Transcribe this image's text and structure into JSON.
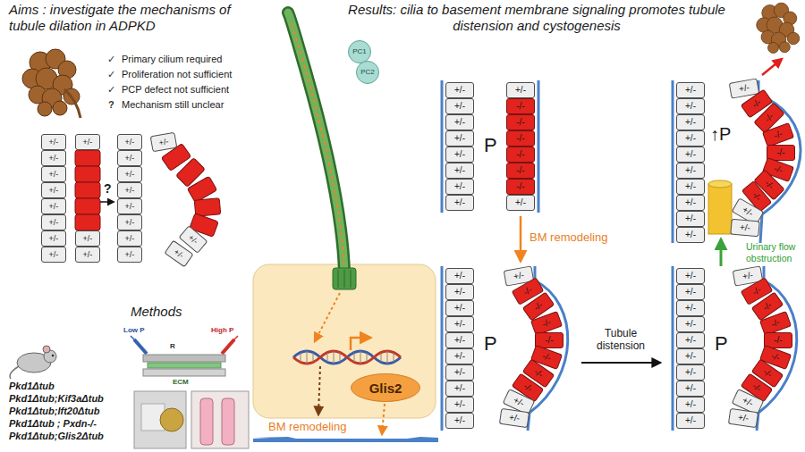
{
  "diagram": {
    "nodes": [
      {
        "text": [
          "+/-"
        ]
      },
      {
        "text": [
          "+/-"
        ]
      },
      {
        "text": [
          "+/-"
        ]
      },
      {
        "text": [
          "+/-"
        ]
      },
      {
        "text": [
          "+/-"
        ]
      },
      {
        "text": [
          "+/-"
        ]
      },
      {
        "text": [
          "+/-"
        ]
      },
      {
        "text": [
          "+/-"
        ]
      },
      {
        "text": [
          "+/-"
        ]
      },
      {
        "text": [
          "+/-"
        ]
      },
      {
        "text": [
          "+/-"
        ]
      },
      {
        "text": [
          "+/-"
        ]
      },
      {
        "text": [
          "+/-"
        ]
      },
      {
        "text": [
          "+/-"
        ]
      },
      {
        "text": [
          "+/-"
        ]
      },
      {
        "text": [
          "+/-"
        ]
      },
      {
        "text": [
          "+/-"
        ]
      },
      {
        "text": [
          "+/-"
        ]
      },
      {
        "text": [
          "+/-"
        ]
      },
      {
        "text": [
          "+/-"
        ]
      },
      {
        "text": [
          "+/-"
        ]
      },
      {
        "text": [
          "+/-"
        ]
      },
      {
        "text": [
          "PC1"
        ]
      },
      {
        "text": [
          "PC2"
        ]
      },
      {
        "text": [
          "Glis2"
        ]
      },
      {
        "text": [
          "+/-"
        ]
      },
      {
        "text": [
          "+/-"
        ]
      },
      {
        "text": [
          "+/-"
        ]
      },
      {
        "text": [
          "+/-"
        ]
      },
      {
        "text": [
          "+/-"
        ]
      },
      {
        "text": [
          "+/-"
        ]
      },
      {
        "text": [
          "+/-"
        ]
      },
      {
        "text": [
          "+/-"
        ]
      },
      {
        "text": [
          "+/-"
        ]
      },
      {
        "text": [
          "-/-"
        ]
      },
      {
        "text": [
          "-/-"
        ]
      },
      {
        "text": [
          "-/-"
        ]
      },
      {
        "text": [
          "-/-"
        ]
      },
      {
        "text": [
          "-/-"
        ]
      },
      {
        "text": [
          "-/-"
        ]
      },
      {
        "text": [
          "+/-"
        ]
      },
      {
        "text": [
          "+/-"
        ]
      },
      {
        "text": [
          "+/-"
        ]
      },
      {
        "text": [
          "+/-"
        ]
      },
      {
        "text": [
          "+/-"
        ]
      },
      {
        "text": [
          "+/-"
        ]
      },
      {
        "text": [
          "+/-"
        ]
      },
      {
        "text": [
          "+/-"
        ]
      },
      {
        "text": [
          "+/-"
        ]
      },
      {
        "text": [
          "+/-"
        ]
      },
      {
        "text": [
          "+/-"
        ]
      },
      {
        "text": [
          "+/-"
        ]
      },
      {
        "text": [
          "-/-"
        ]
      },
      {
        "text": [
          "-/-"
        ]
      },
      {
        "text": [
          "-/-"
        ]
      },
      {
        "text": [
          "-/-"
        ]
      },
      {
        "text": [
          "-/-"
        ]
      },
      {
        "text": [
          "-/-"
        ]
      },
      {
        "text": [
          "-/-"
        ]
      },
      {
        "text": [
          "+/-"
        ]
      },
      {
        "text": [
          "+/-"
        ]
      },
      {
        "text": [
          "+/-"
        ]
      },
      {
        "text": [
          "+/-"
        ]
      },
      {
        "text": [
          "+/-"
        ]
      },
      {
        "text": [
          "+/-"
        ]
      },
      {
        "text": [
          "+/-"
        ]
      },
      {
        "text": [
          "+/-"
        ]
      },
      {
        "text": [
          "+/-"
        ]
      },
      {
        "text": [
          "+/-"
        ]
      },
      {
        "text": [
          "+/-"
        ]
      },
      {
        "text": [
          "+/-"
        ]
      },
      {
        "text": [
          "+/-"
        ]
      },
      {
        "text": [
          "-/-"
        ]
      },
      {
        "text": [
          "-/-"
        ]
      },
      {
        "text": [
          "-/-"
        ]
      },
      {
        "text": [
          "-/-"
        ]
      },
      {
        "text": [
          "-/-"
        ]
      },
      {
        "text": [
          "-/-"
        ]
      },
      {
        "text": [
          "-/-"
        ]
      },
      {
        "text": [
          "+/-"
        ]
      },
      {
        "text": [
          "+/-"
        ]
      },
      {
        "text": [
          "+/-"
        ]
      },
      {
        "text": [
          "+/-"
        ]
      },
      {
        "text": [
          "+/-"
        ]
      },
      {
        "text": [
          "+/-"
        ]
      },
      {
        "text": [
          "+/-"
        ]
      },
      {
        "text": [
          "+/-"
        ]
      },
      {
        "text": [
          "+/-"
        ]
      },
      {
        "text": [
          "+/-"
        ]
      },
      {
        "text": [
          "+/-"
        ]
      },
      {
        "text": [
          "+/-"
        ]
      },
      {
        "text": [
          "+/-"
        ]
      },
      {
        "text": [
          "-/-"
        ]
      },
      {
        "text": [
          "-/-"
        ]
      },
      {
        "text": [
          "-/-"
        ]
      },
      {
        "text": [
          "-/-"
        ]
      },
      {
        "text": [
          "-/-"
        ]
      },
      {
        "text": [
          "-/-"
        ]
      },
      {
        "text": [
          "-/-"
        ]
      },
      {
        "text": [
          "+/-"
        ]
      },
      {
        "text": [
          "+/-"
        ]
      }
    ],
    "labels": [
      "Aims : investigate the mechanisms of tubule dilation in ADPKD",
      "✓",
      "Primary cilium required",
      "✓",
      "Proliferation not sufficient",
      "✓",
      "PCP defect not sufficient",
      "?",
      "Mechanism still unclear",
      "?",
      "Methods",
      "Pkd1Δtub",
      "Pkd1Δtub;Kif3aΔtub",
      "Pkd1Δtub;Ift20Δtub",
      "Pkd1Δtub ; Pxdn-/-",
      "Pkd1Δtub;Glis2Δtub",
      "Low P",
      "R",
      "High P",
      "ECM",
      "Results: cilia to basement membrane signaling promotes tubule distension and cystogenesis",
      "BM remodeling",
      "P",
      "BM remodeling",
      "Tubule distension",
      "P",
      "↑P",
      "Urinary flow obstruction",
      "P"
    ]
  }
}
